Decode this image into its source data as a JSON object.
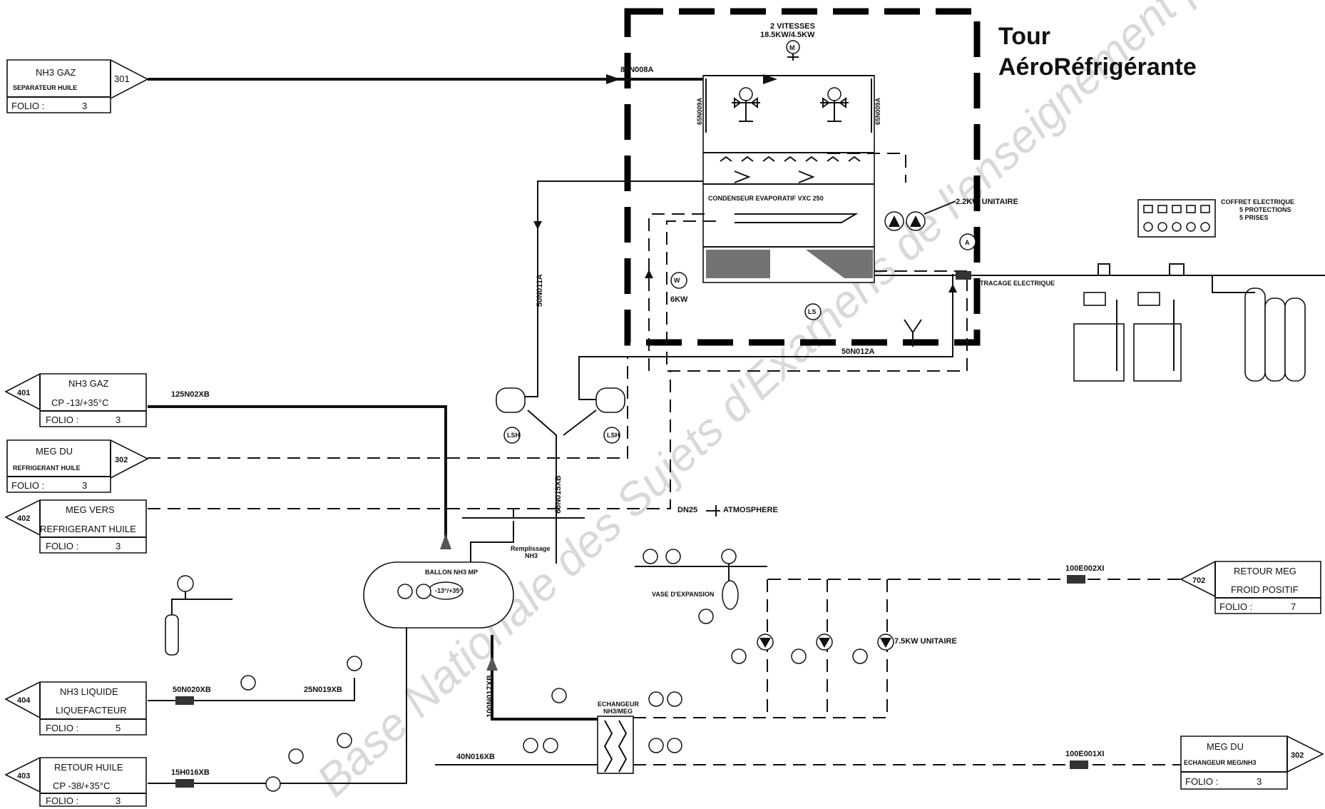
{
  "title": {
    "line1": "Tour",
    "line2": "AéroRéfrigérante"
  },
  "connectors": [
    {
      "id": "301",
      "text1": "NH3 GAZ",
      "text2": "SEPARATEUR HUILE",
      "folio_label": "FOLIO :",
      "folio": "3"
    },
    {
      "id": "401",
      "text1": "NH3 GAZ",
      "text2": "CP -13/+35°C",
      "folio_label": "FOLIO :",
      "folio": "3"
    },
    {
      "id": "302",
      "text1": "MEG DU",
      "text2": "REFRIGERANT HUILE",
      "folio_label": "FOLIO :",
      "folio": "3"
    },
    {
      "id": "402",
      "text1": "MEG VERS",
      "text2": "REFRIGERANT HUILE",
      "folio_label": "FOLIO :",
      "folio": "3"
    },
    {
      "id": "404",
      "text1": "NH3 LIQUIDE",
      "text2": "LIQUEFACTEUR",
      "folio_label": "FOLIO :",
      "folio": "5"
    },
    {
      "id": "403",
      "text1": "RETOUR HUILE",
      "text2": "CP -38/+35°C",
      "folio_label": "FOLIO :",
      "folio": "3"
    },
    {
      "id": "702",
      "text1": "RETOUR MEG",
      "text2": "FROID POSITIF",
      "folio_label": "FOLIO :",
      "folio": "7"
    },
    {
      "id": "302",
      "text1": "MEG DU",
      "text2": "ECHANGEUR MEG/NH3",
      "folio_label": "FOLIO :",
      "folio": "3"
    }
  ],
  "labels": {
    "vitesses": "2 VITESSES",
    "power_fan": "18.5KW/4.5KW",
    "condenseur": "CONDENSEUR EVAPORATIF VXC 250",
    "pump_power": "2.2KW UNITAIRE",
    "heater_power": "6KW",
    "tracage": "TRACAGE ELECTRIQUE",
    "coffret1": "COFFRET ELECTRIQUE",
    "coffret2": "5 PROTECTIONS",
    "coffret3": "5 PRISES",
    "ballon1": "BALLON NH3 MP",
    "ballon2": "-13°/+35°",
    "atmosphere": "ATMOSPHERE",
    "dn25": "DN25",
    "vase": "VASE D'EXPANSION",
    "pump_meg_power": "7.5KW UNITAIRE",
    "echangeur1": "ECHANGEUR",
    "echangeur2": "NH3/MEG",
    "remplissage1": "Remplissage",
    "remplissage2": "NH3"
  },
  "lines": {
    "l1": "80N008A",
    "l2": "65N009A",
    "l3": "65N009A",
    "l4": "50N011A",
    "l5": "50N012A",
    "l6": "125N02XB",
    "l7": "65N015XB",
    "l8": "50N020XB",
    "l9": "25N019XB",
    "l10": "15H016XB",
    "l11": "100N017XB",
    "l12": "40N016XB",
    "l13": "100E002XI",
    "l14": "100E001XI"
  },
  "watermark": "Base Nationale des Sujets d'Examens de l'enseignement professionnel"
}
